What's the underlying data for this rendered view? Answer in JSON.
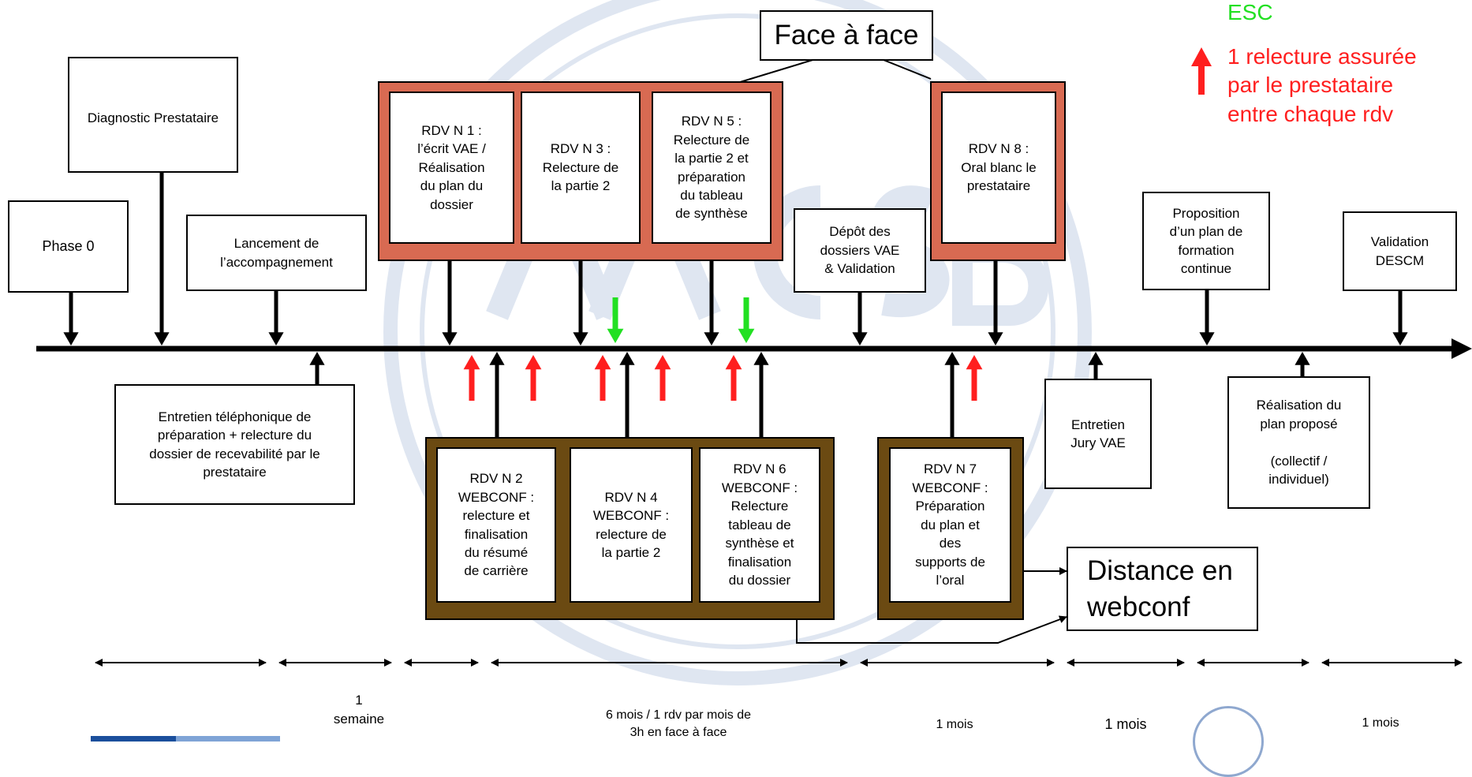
{
  "colors": {
    "face_panel": "#d86a52",
    "webconf_panel": "#6b4a12",
    "relecture_arrow": "#ff1f1f",
    "esc_arrow": "#22e022",
    "timeline": "#000000",
    "watermark": "#dfe6f1"
  },
  "legend": {
    "esc_label": "ESC",
    "relecture_text": "1 relecture assurée\npar  le prestataire\nentre chaque rdv"
  },
  "top_boxes": {
    "phase0": "Phase  0",
    "diagnostic": "Diagnostic Prestataire",
    "lancement": "Lancement de\nl’accompagnement",
    "rdv1": "RDV N  1 :\nl’écrit VAE /\nRéalisation\ndu plan du\ndossier",
    "rdv3": "RDV N  3 :\nRelecture de\nla partie 2",
    "rdv5": "RDV N  5 :\nRelecture de\nla partie 2 et\npréparation\ndu tableau\nde synthèse",
    "depot": "Dépôt des\ndossiers VAE\n& Validation",
    "rdv8": "RDV N  8 :\nOral blanc le\nprestataire",
    "proposition": "Proposition\nd’un plan de\nformation\ncontinue",
    "validation": "Validation\nDESCM",
    "face_a_face": "Face à face"
  },
  "bottom_boxes": {
    "entretien_tel": "Entretien téléphonique de\npréparation + relecture du\ndossier de recevabilité par le\nprestataire",
    "rdv2": "RDV N  2\nWEBCONF :\nrelecture et\nfinalisation\ndu résumé\nde carrière",
    "rdv4": "RDV N  4\nWEBCONF :\nrelecture de\nla partie 2",
    "rdv6": "RDV N  6\nWEBCONF :\nRelecture\ntableau de\nsynthèse et\nfinalisation\ndu dossier",
    "rdv7": "RDV N  7\nWEBCONF :\nPréparation\ndu plan et\ndes\nsupports de\nl’oral",
    "entretien_jury": "Entretien\nJury VAE",
    "realisation": "Réalisation du\nplan proposé\n\n(collectif /\nindividuel)",
    "distance": "Distance en\nwebconf"
  },
  "durations": {
    "semaine": "1\nsemaine",
    "six_mois": "6 mois / 1 rdv par mois de\n3h en face à face",
    "mois_a": "1 mois",
    "mois_b": "1 mois",
    "mois_c": "1 mois"
  }
}
